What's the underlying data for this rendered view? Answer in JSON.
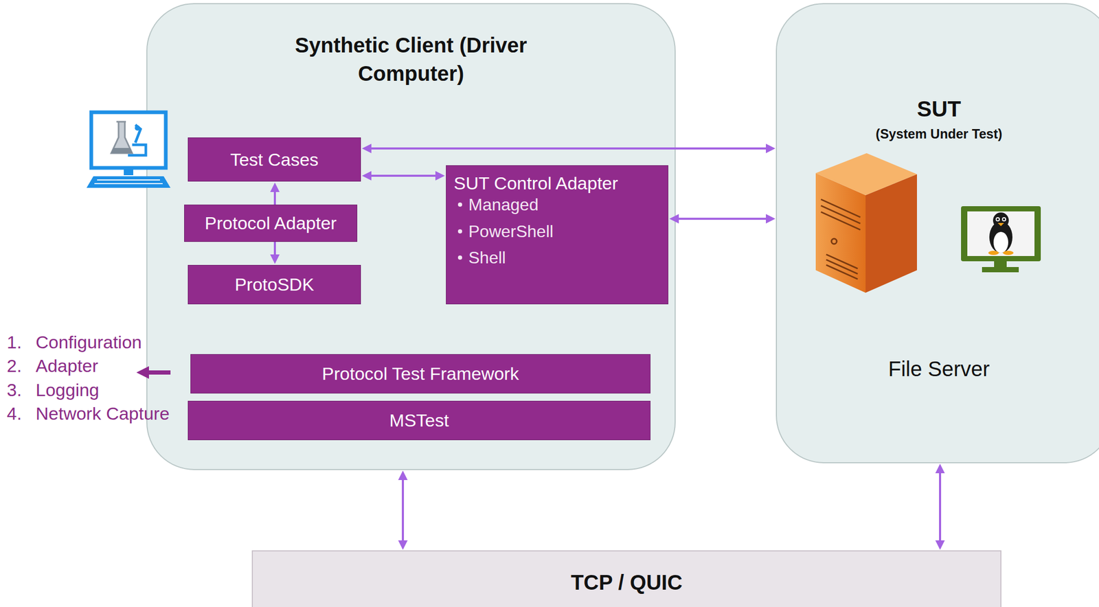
{
  "diagram": {
    "nodes": [
      {
        "text": [
          "Synthetic Client (Driver Computer)"
        ]
      },
      {
        "text": [
          "Test Cases"
        ],
        "in": 0
      },
      {
        "text": [
          "Protocol Adapter"
        ],
        "in": 0
      },
      {
        "text": [
          "ProtoSDK"
        ],
        "in": 0
      },
      {
        "text": [
          "SUT Control Adapter",
          "Managed",
          "PowerShell",
          "Shell"
        ],
        "in": 0
      },
      {
        "text": [
          "Protocol Test Framework"
        ],
        "in": 0
      },
      {
        "text": [
          "MSTest"
        ],
        "in": 0
      },
      {
        "text": [
          "SUT",
          "(System Under Test)",
          "File Server"
        ]
      },
      {
        "text": [
          "TCP / QUIC"
        ]
      }
    ],
    "edges": [
      {
        "from": 1,
        "to": 7,
        "arrow": "both"
      },
      {
        "from": 1,
        "to": 4,
        "arrow": "both"
      },
      {
        "from": 2,
        "to": 1,
        "arrow": "to"
      },
      {
        "from": 2,
        "to": 3,
        "arrow": "to"
      },
      {
        "from": 4,
        "to": 7,
        "arrow": "both"
      },
      {
        "from": 0,
        "to": 8,
        "arrow": "both"
      },
      {
        "from": 7,
        "to": 8,
        "arrow": "both"
      }
    ],
    "labels": [
      "1.",
      "Configuration",
      "2.",
      "Adapter",
      "3.",
      "Logging",
      "4.",
      "Network Capture"
    ]
  }
}
